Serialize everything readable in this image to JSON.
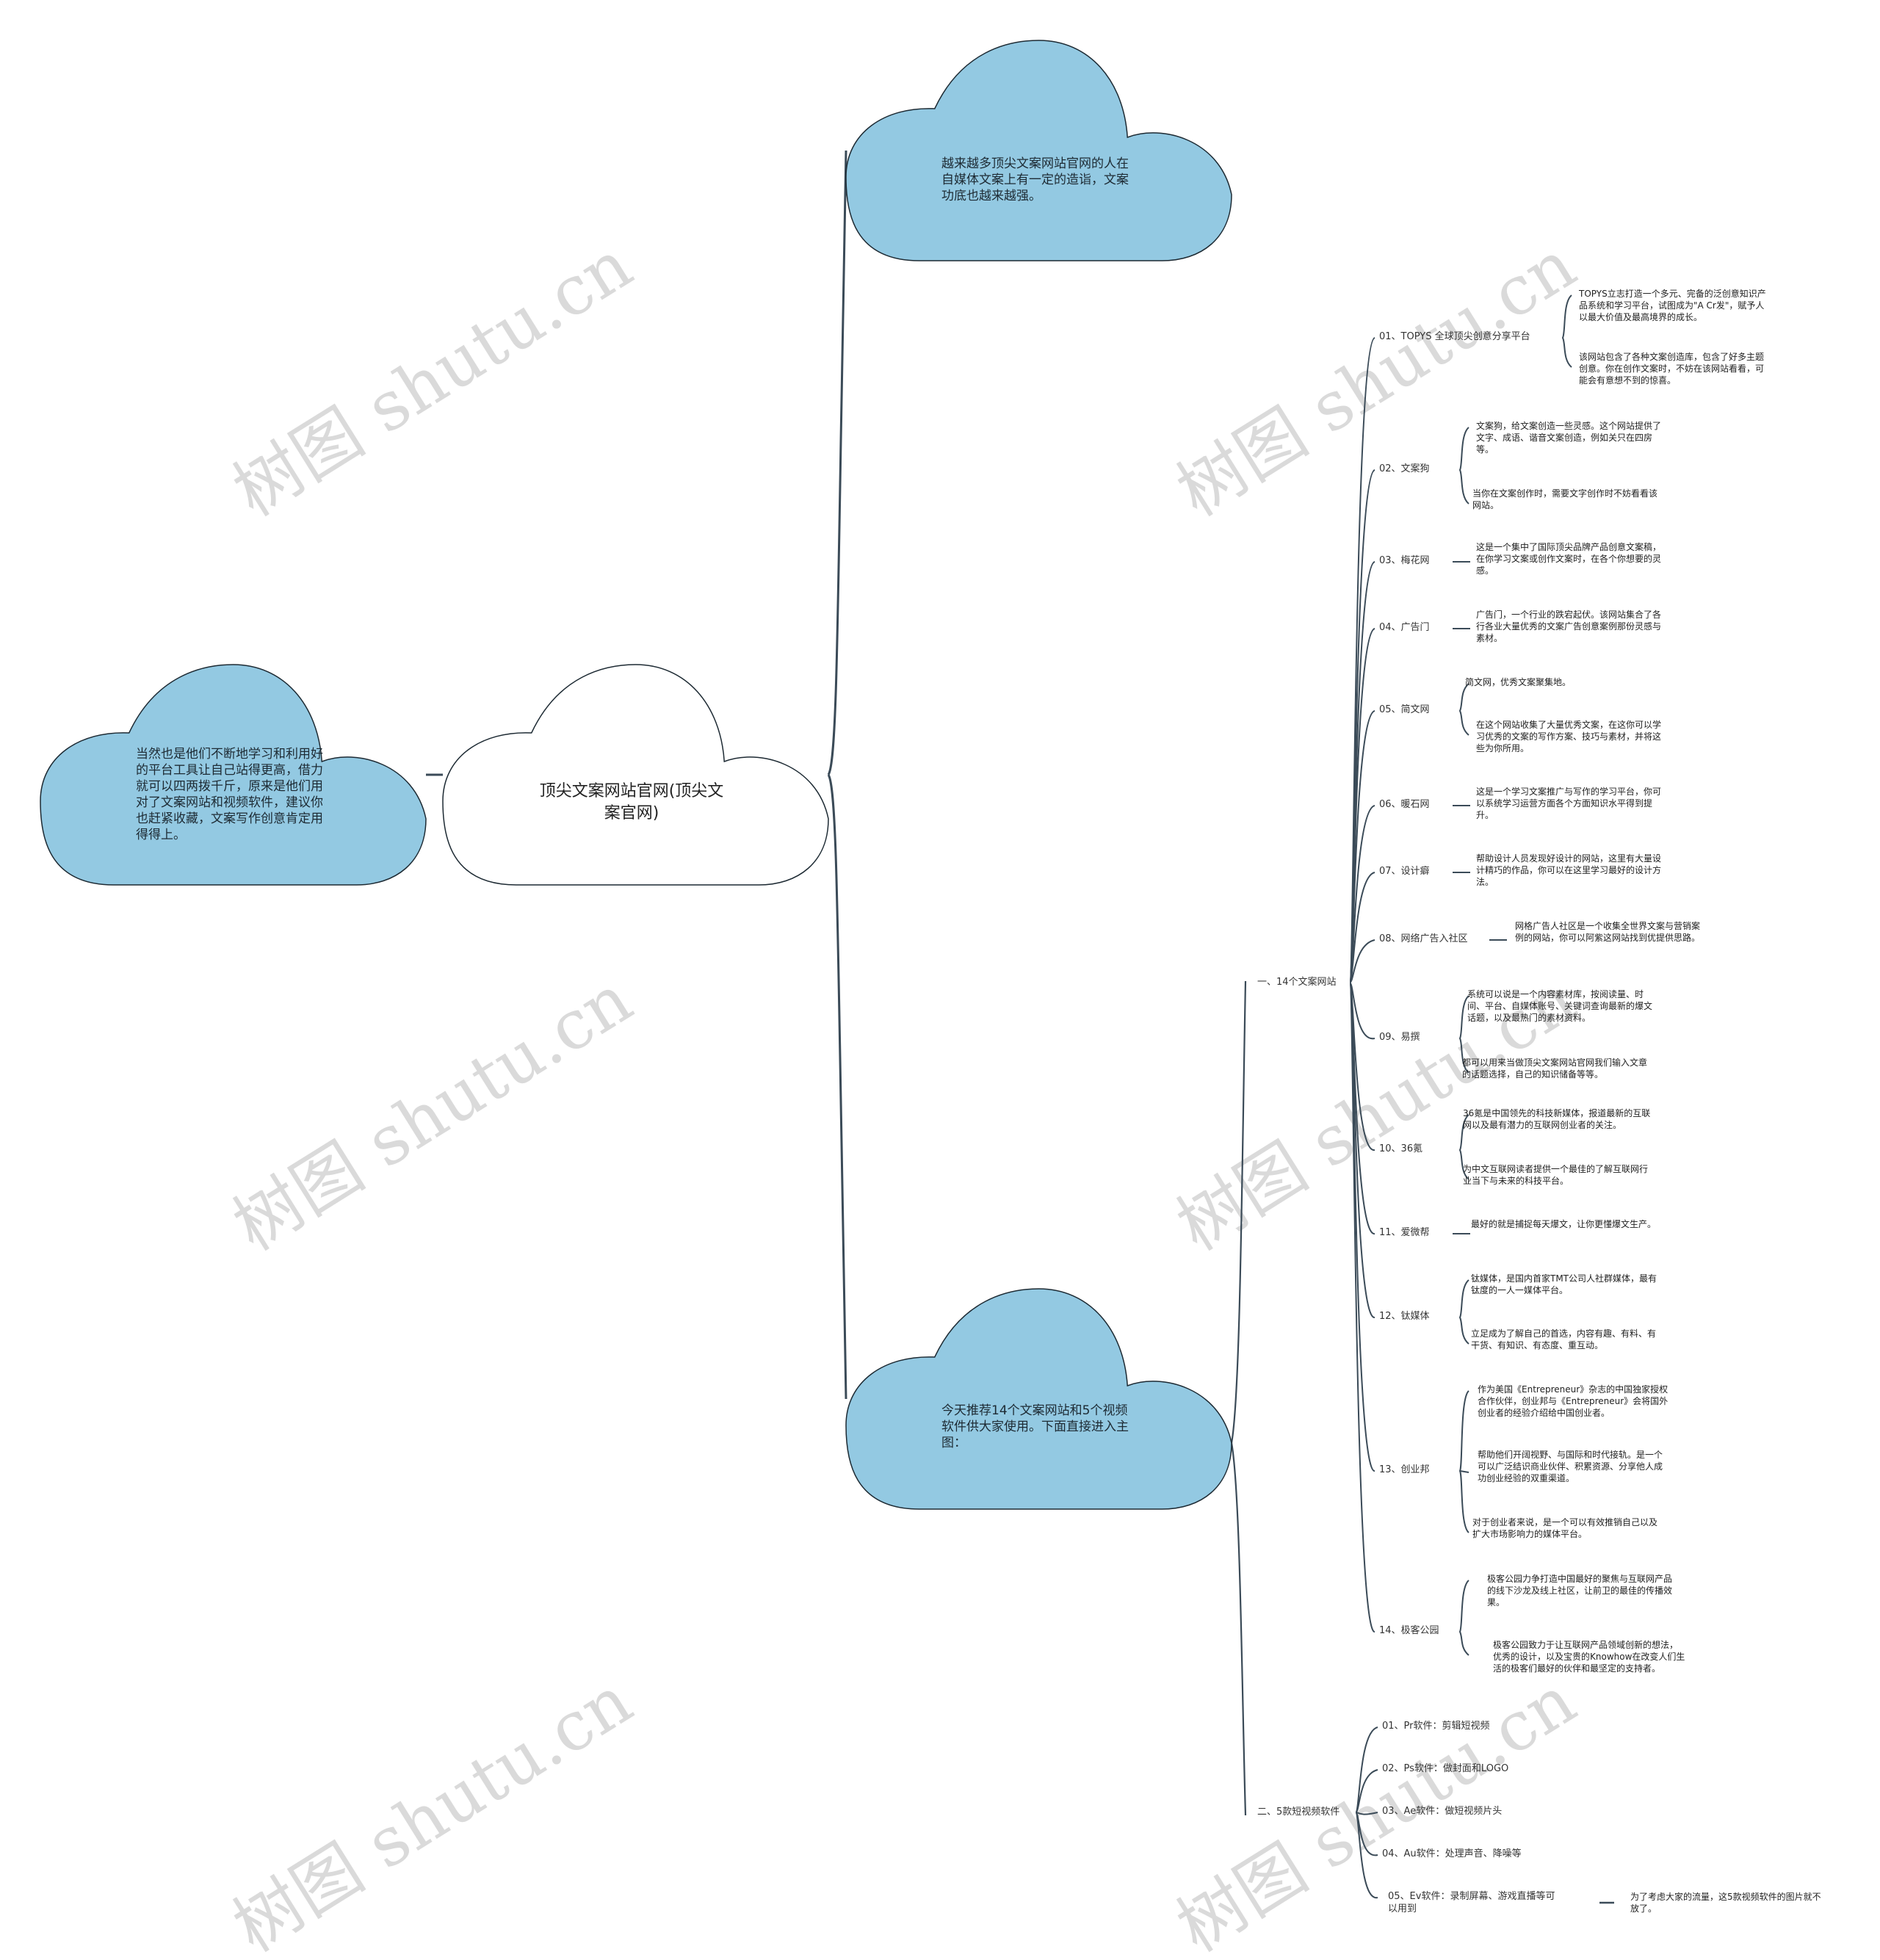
{
  "colors": {
    "cloud_fill": "#93c9e2",
    "cloud_stroke": "#1d2a33",
    "line": "#3b4b58",
    "root_fill": "#ffffff"
  },
  "root": {
    "label": "顶尖文案网站官网(顶尖文案官网)"
  },
  "left_cloud": {
    "text": "当然也是他们不断地学习和利用好的平台工具让自己站得更高，借力就可以四两拨千斤，原来是他们用对了文案网站和视频软件，建议你也赶紧收藏，文案写作创意肯定用得得上。"
  },
  "top_cloud": {
    "text": "越来越多顶尖文案网站官网的人在自媒体文案上有一定的造诣，文案功底也越来越强。"
  },
  "bottom_cloud": {
    "text": "今天推荐14个文案网站和5个视频软件供大家使用。下面直接进入主图："
  },
  "sections": [
    {
      "label": "一、14个文案网站",
      "items": [
        {
          "label": "01、TOPYS 全球顶尖创意分享平台",
          "details": [
            "TOPYS立志打造一个多元、完备的泛创意知识产品系统和学习平台，试图成为\"A Cr发\"，赋予人以最大价值及最高境界的成长。",
            "该网站包含了各种文案创造库，包含了好多主题创意。你在创作文案时，不妨在该网站看看，可能会有意想不到的惊喜。"
          ]
        },
        {
          "label": "02、文案狗",
          "details": [
            "文案狗，给文案创造一些灵感。这个网站提供了文字、成语、谐音文案创造，例如关只在四房等。",
            "当你在文案创作时，需要文字创作时不妨看看该网站。"
          ]
        },
        {
          "label": "03、梅花网",
          "details": [
            "这是一个集中了国际顶尖品牌产品创意文案稿，在你学习文案或创作文案时，在各个你想要的灵感。"
          ]
        },
        {
          "label": "04、广告门",
          "details": [
            "广告门，一个行业的跌宕起伏。该网站集合了各行各业大量优秀的文案广告创意案例那份灵感与素材。"
          ]
        },
        {
          "label": "05、简文网",
          "details": [
            "简文网，优秀文案聚集地。",
            "在这个网站收集了大量优秀文案，在这你可以学习优秀的文案的写作方案、技巧与素材，并将这些为你所用。"
          ]
        },
        {
          "label": "06、暖石网",
          "details": [
            "这是一个学习文案推广与写作的学习平台，你可以系统学习运营方面各个方面知识水平得到提升。"
          ]
        },
        {
          "label": "07、设计癖",
          "details": [
            "帮助设计人员发现好设计的网站，这里有大量设计精巧的作品，你可以在这里学习最好的设计方法。"
          ]
        },
        {
          "label": "08、网络广告入社区",
          "details": [
            "网格广告人社区是一个收集全世界文案与营销案例的网站，你可以阿紫这网站找到优提供思路。"
          ]
        },
        {
          "label": "09、易撰",
          "details": [
            "系统可以说是一个内容素材库，按阅读量、时间、平台、自媒体账号、关键词查询最新的爆文话题，以及最热门的素材资料。",
            "都可以用来当做顶尖文案网站官网我们输入文章的话题选择，自己的知识储备等等。"
          ]
        },
        {
          "label": "10、36氪",
          "details": [
            "36氪是中国领先的科技新媒体，报道最新的互联网以及最有潜力的互联网创业者的关注。",
            "为中文互联网读者提供一个最佳的了解互联网行业当下与未来的科技平台。"
          ]
        },
        {
          "label": "11、爱微帮",
          "details": [
            "最好的就是捕捉每天爆文，让你更懂爆文生产。"
          ]
        },
        {
          "label": "12、钛媒体",
          "details": [
            "钛媒体，是国内首家TMT公司人社群媒体，最有钛度的一人一媒体平台。",
            "立足成为了解自己的首选，内容有趣、有料、有干货、有知识、有态度、重互动。"
          ]
        },
        {
          "label": "13、创业邦",
          "details": [
            "作为美国《Entrepreneur》杂志的中国独家授权合作伙伴，创业邦与《Entrepreneur》会将国外创业者的经验介绍给中国创业者。",
            "帮助他们开阔视野、与国际和时代接轨。是一个可以广泛结识商业伙伴、积累资源、分享他人成功创业经验的双重渠道。",
            "对于创业者来说，是一个可以有效推销自己以及扩大市场影响力的媒体平台。"
          ]
        },
        {
          "label": "14、极客公园",
          "details": [
            "极客公园力争打造中国最好的聚焦与互联网产品的线下沙龙及线上社区，让前卫的最佳的传播效果。",
            "极客公园致力于让互联网产品领域创新的想法，优秀的设计，以及宝贵的Knowhow在改变人们生活的极客们最好的伙伴和最坚定的支持者。"
          ]
        }
      ]
    },
    {
      "label": "二、5款短视频软件",
      "items": [
        {
          "label": "01、Pr软件：剪辑短视频",
          "details": []
        },
        {
          "label": "02、Ps软件：做封面和LOGO",
          "details": []
        },
        {
          "label": "03、Ae软件：做短视频片头",
          "details": []
        },
        {
          "label": "04、Au软件：处理声音、降噪等",
          "details": []
        },
        {
          "label": "05、Ev软件：录制屏幕、游戏直播等可以用到",
          "details": [
            "为了考虑大家的流量，这5款视频软件的图片就不放了。"
          ]
        }
      ]
    }
  ],
  "watermark": {
    "text": "树图 shutu.cn"
  }
}
